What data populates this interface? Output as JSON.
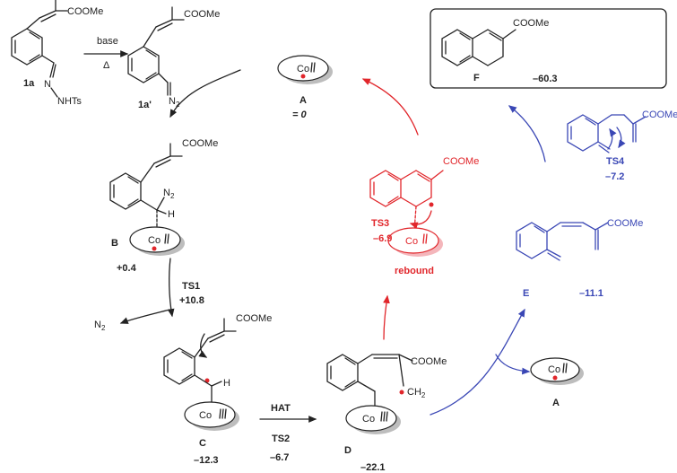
{
  "compounds": {
    "c1a": {
      "label": "1a",
      "substituent_ester": "COOMe",
      "substituent_hydrazone": "NHTs",
      "n_label": "N"
    },
    "c1a_prime": {
      "label": "1a'",
      "substituent_ester": "COOMe",
      "n2_label": "N",
      "n2_sub": "2"
    },
    "A": {
      "label": "A",
      "energy": "= 0",
      "metal": "Co"
    },
    "B": {
      "label": "B",
      "energy": "+0.4",
      "metal": "Co",
      "n2_label": "N",
      "n2_sub": "2",
      "h_label": "H",
      "ester": "COOMe"
    },
    "C": {
      "label": "C",
      "energy": "–12.3",
      "metal": "Co",
      "h_label": "H",
      "ester": "COOMe"
    },
    "D": {
      "label": "D",
      "energy": "–22.1",
      "metal": "Co",
      "ch2": "CH",
      "ch2_sub": "2",
      "ester": "COOMe"
    },
    "A2": {
      "label": "A",
      "metal": "Co"
    },
    "E": {
      "label": "E",
      "energy": "–11.1",
      "ester": "COOMe"
    },
    "F": {
      "label": "F",
      "energy": "–60.3",
      "ester": "COOMe"
    },
    "TS3": {
      "label": "TS3",
      "energy": "–6.9",
      "metal": "Co",
      "ester": "COOMe",
      "caption": "rebound"
    },
    "TS4": {
      "label": "TS4",
      "energy": "–7.2",
      "ester": "COOMe"
    }
  },
  "arrows": {
    "base_label": "base",
    "delta_label": "Δ",
    "ts1_label": "TS1",
    "ts1_energy": "+10.8",
    "n2_release": "N",
    "n2_release_sub": "2",
    "hat_label": "HAT",
    "ts2_label": "TS2",
    "ts2_energy": "–6.7"
  },
  "colors": {
    "black": "#222222",
    "red": "#e1262b",
    "blue": "#3a47b5",
    "pink": "#f4b6bb",
    "gray": "#bdbdbd"
  }
}
